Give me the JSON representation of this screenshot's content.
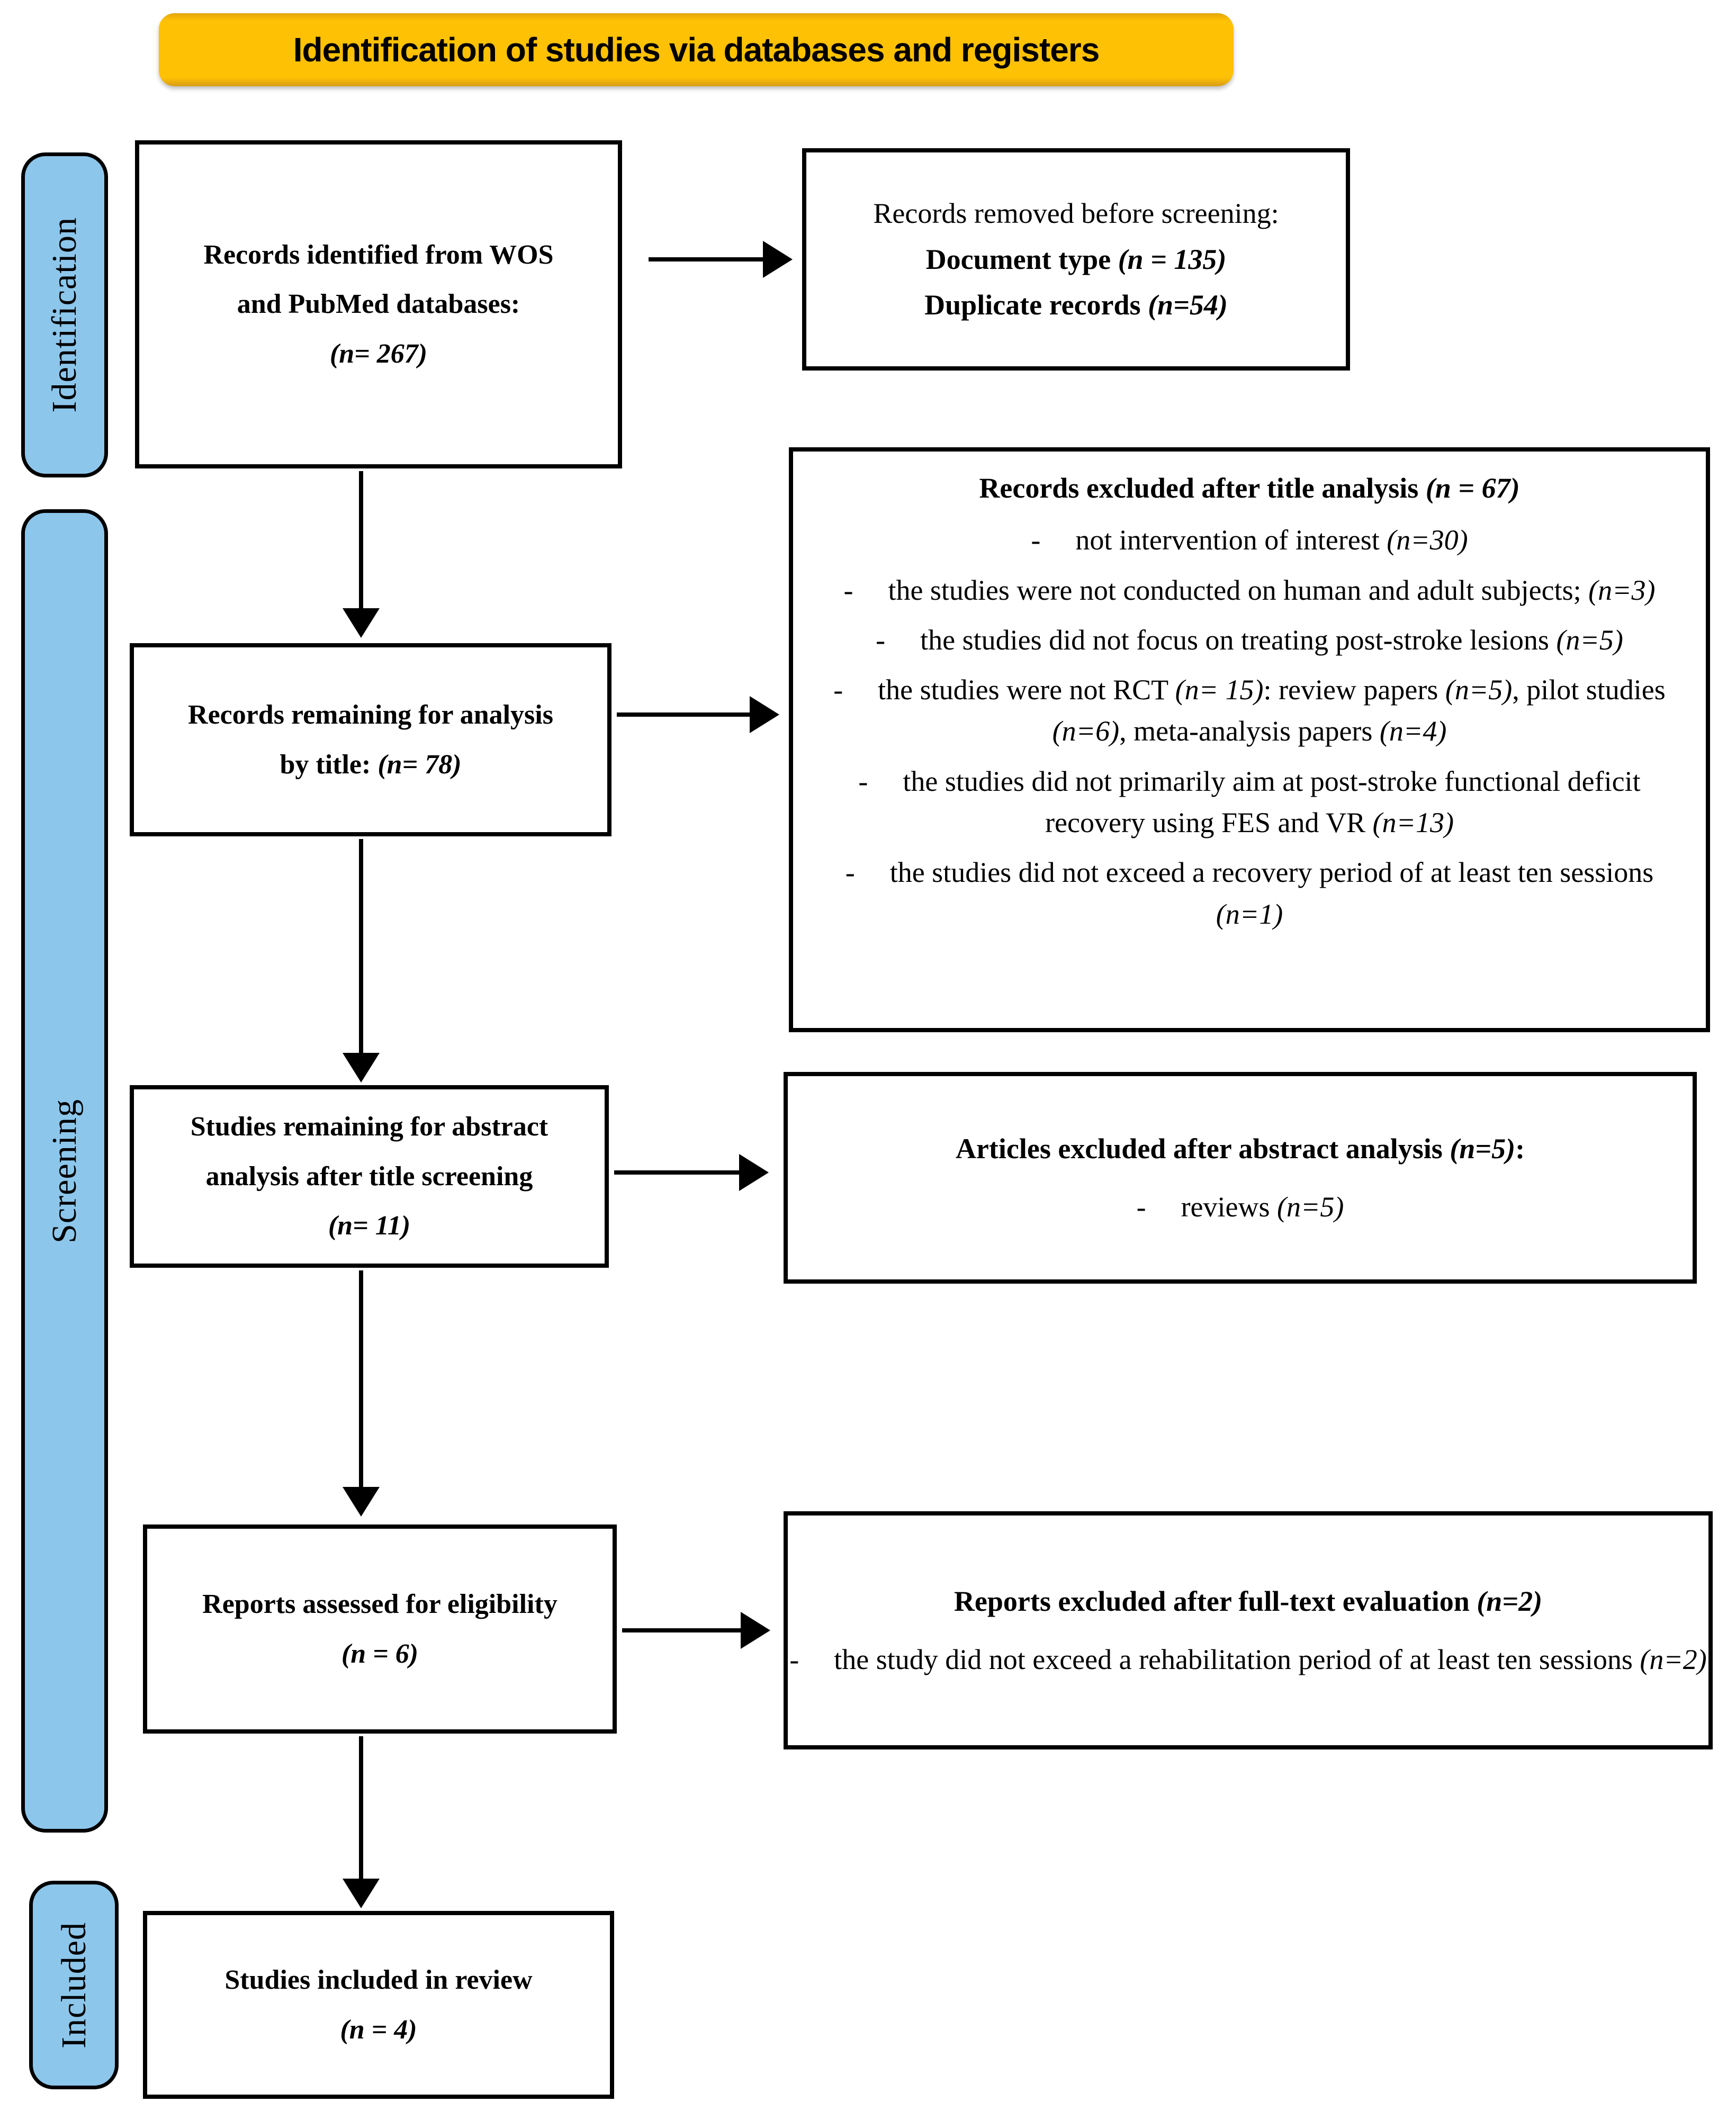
{
  "banner": {
    "label": "Identification of studies via databases and registers"
  },
  "colors": {
    "banner_yellow": "#FFC103",
    "stage_blue": "#8DC6EB",
    "box_border": "#000000",
    "background": "#FFFFFF"
  },
  "stages": {
    "identification": "Identification",
    "screening": "Screening",
    "included": "Included"
  },
  "marks": {
    "dash": "-"
  },
  "counts": {
    "identified": 267,
    "document_type_removed": 135,
    "duplicate_records": 54,
    "remaining_by_title": 78,
    "excluded_after_title": 67,
    "not_intervention_of_interest": 30,
    "not_human_adult_subjects": 3,
    "not_post_stroke_focus": 5,
    "not_rct": 15,
    "review_papers": 5,
    "pilot_studies": 6,
    "meta_analysis_papers": 4,
    "not_fes_vr_aim": 13,
    "recovery_period_short": 1,
    "remaining_for_abstract": 11,
    "excluded_after_abstract": 5,
    "abstract_reviews": 5,
    "assessed_for_eligibility": 6,
    "excluded_after_fulltext": 2,
    "rehab_period_short": 2,
    "included_in_review": 4
  },
  "boxes": {
    "identified": {
      "segments": [
        {
          "b": "Records identified from WOS"
        },
        {
          "br": true
        },
        {
          "b": "and PubMed databases:"
        },
        {
          "br": true
        },
        {
          "bi": "(n= 267)"
        }
      ]
    },
    "removed": {
      "segments": [
        {
          "t": "Records removed before screening:"
        },
        {
          "br": true
        },
        {
          "b": "Document type "
        },
        {
          "bi": "(n = 135)"
        },
        {
          "br": true
        },
        {
          "b": "Duplicate records "
        },
        {
          "bi": "(n=54)"
        }
      ]
    },
    "remaining_title": {
      "segments": [
        {
          "b": "Records remaining for analysis"
        },
        {
          "br": true
        },
        {
          "b": "by title: "
        },
        {
          "bi": "(n= 78)"
        }
      ]
    },
    "excluded_title": {
      "heading": [
        {
          "b": "Records excluded after title analysis "
        },
        {
          "bi": "(n = 67)"
        }
      ],
      "bullets": [
        [
          {
            "t": "not intervention of interest "
          },
          {
            "i": "(n=30)"
          }
        ],
        [
          {
            "t": "the studies were not conducted on human and adult subjects; "
          },
          {
            "i": "(n=3)"
          }
        ],
        [
          {
            "t": "the studies did not focus on treating post-stroke lesions "
          },
          {
            "i": "(n=5)"
          }
        ],
        [
          {
            "t": "the studies were not RCT "
          },
          {
            "i": "(n= 15)"
          },
          {
            "t": ": review papers "
          },
          {
            "i": "(n=5)"
          },
          {
            "t": ", pilot studies "
          },
          {
            "i": "(n=6)"
          },
          {
            "t": ", meta-analysis papers "
          },
          {
            "i": "(n=4)"
          }
        ],
        [
          {
            "t": "the studies did not primarily aim at post-stroke functional deficit recovery using FES and VR "
          },
          {
            "i": "(n=13)"
          }
        ],
        [
          {
            "t": "the studies did not exceed a recovery period of at least ten sessions "
          },
          {
            "i": "(n=1)"
          }
        ]
      ]
    },
    "remaining_abstract": {
      "segments": [
        {
          "b": "Studies remaining for abstract"
        },
        {
          "br": true
        },
        {
          "b": "analysis after title screening"
        },
        {
          "br": true
        },
        {
          "bi": "(n= 11)"
        }
      ]
    },
    "excluded_abstract": {
      "heading": [
        {
          "b": "Articles excluded after abstract analysis "
        },
        {
          "bi": "(n=5)"
        },
        {
          "b": ":"
        }
      ],
      "bullets": [
        [
          {
            "t": "reviews "
          },
          {
            "i": "(n=5)"
          }
        ]
      ]
    },
    "assessed": {
      "segments": [
        {
          "b": "Reports assessed for eligibility"
        },
        {
          "br": true
        },
        {
          "bi": "(n = 6)"
        }
      ]
    },
    "excluded_fulltext": {
      "heading": [
        {
          "b": "Reports excluded after full-text evaluation "
        },
        {
          "bi": "(n=2)"
        }
      ],
      "bullets": [
        [
          {
            "t": "the study did not exceed a rehabilitation period of at least ten sessions "
          },
          {
            "i": "(n=2)"
          }
        ]
      ]
    },
    "included_review": {
      "segments": [
        {
          "b": "Studies included in review"
        },
        {
          "br": true
        },
        {
          "bi": "(n = 4)"
        }
      ]
    }
  }
}
